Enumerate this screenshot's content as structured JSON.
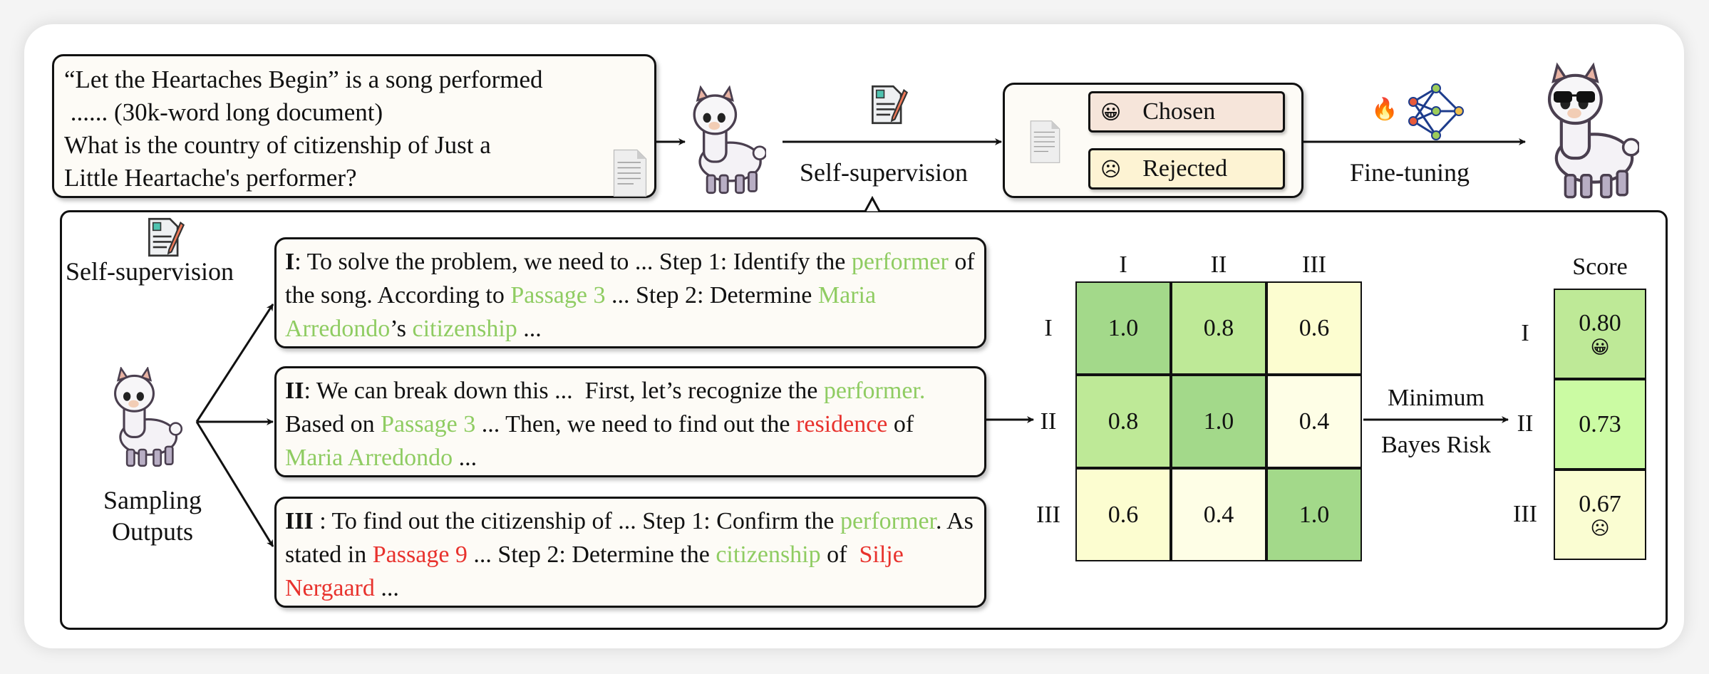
{
  "query": {
    "lines": [
      "“Let the Heartaches Begin” is a song performed",
      " ...... (30k-word long document)",
      "What is the country of citizenship of Just a",
      "Little Heartache's performer?"
    ]
  },
  "top_flow": {
    "self_supervision_label": "Self-supervision",
    "chosen_label": "Chosen",
    "rejected_label": "Rejected",
    "chosen_emoji": "😀",
    "rejected_emoji": "☹",
    "fine_tuning_label": "Fine-tuning",
    "fire_emoji": "🔥"
  },
  "panel": {
    "self_supervision_label": "Self-supervision",
    "sampling_label_1": "Sampling",
    "sampling_label_2": "Outputs",
    "outputs": [
      {
        "segments": [
          [
            "b",
            "I"
          ],
          [
            "n",
            ": To solve the problem, we need to ... Step 1: Identify the "
          ],
          [
            "g",
            "performer"
          ],
          [
            "n",
            " of the song. According to "
          ],
          [
            "g",
            "Passage 3"
          ],
          [
            "n",
            " ... Step 2: Determine "
          ],
          [
            "g",
            "Maria Arredondo"
          ],
          [
            "n",
            "’s "
          ],
          [
            "g",
            "citizenship"
          ],
          [
            "n",
            " ..."
          ]
        ]
      },
      {
        "segments": [
          [
            "b",
            "II"
          ],
          [
            "n",
            ": We can break down this ...  First, let’s recognize the "
          ],
          [
            "g",
            "performer."
          ],
          [
            "n",
            " Based on "
          ],
          [
            "g",
            "Passage 3"
          ],
          [
            "n",
            " ... Then, we need to find out the "
          ],
          [
            "r",
            "residence"
          ],
          [
            "n",
            " of "
          ],
          [
            "g",
            "Maria Arredondo"
          ],
          [
            "n",
            " ..."
          ]
        ]
      },
      {
        "segments": [
          [
            "b",
            "III"
          ],
          [
            "n",
            " : To find out the citizenship of ... Step 1: Confirm the "
          ],
          [
            "g",
            "performer"
          ],
          [
            "n",
            ". As stated in "
          ],
          [
            "r",
            "Passage 9"
          ],
          [
            "n",
            " ... Step 2: Determine the "
          ],
          [
            "g",
            "citizenship"
          ],
          [
            "n",
            " of  "
          ],
          [
            "r",
            "Silje Nergaard"
          ],
          [
            "n",
            " ..."
          ]
        ]
      }
    ],
    "matrix": {
      "labels": [
        "I",
        "II",
        "III"
      ],
      "values": [
        [
          "1.0",
          "0.8",
          "0.6"
        ],
        [
          "0.8",
          "1.0",
          "0.4"
        ],
        [
          "0.6",
          "0.4",
          "1.0"
        ]
      ],
      "colors": [
        [
          "#a3d98a",
          "#bee997",
          "#fcfdd0"
        ],
        [
          "#bee997",
          "#a3d98a",
          "#fefee6"
        ],
        [
          "#fcfdd0",
          "#fefee6",
          "#a3d98a"
        ]
      ]
    },
    "mbr_label_1": "Minimum",
    "mbr_label_2": "Bayes Risk",
    "score_title": "Score",
    "scores": [
      {
        "label": "I",
        "value": "0.80",
        "emoji": "😀",
        "color": "#bee997"
      },
      {
        "label": "II",
        "value": "0.73",
        "emoji": "",
        "color": "#cbfba3"
      },
      {
        "label": "III",
        "value": "0.67",
        "emoji": "☹",
        "color": "#fafdd2"
      }
    ]
  },
  "colors": {
    "green_text": "#8fcc62",
    "red_text": "#e8322d",
    "chosen_bg": "#f6e5da",
    "rejected_bg": "#fdf3d3"
  }
}
